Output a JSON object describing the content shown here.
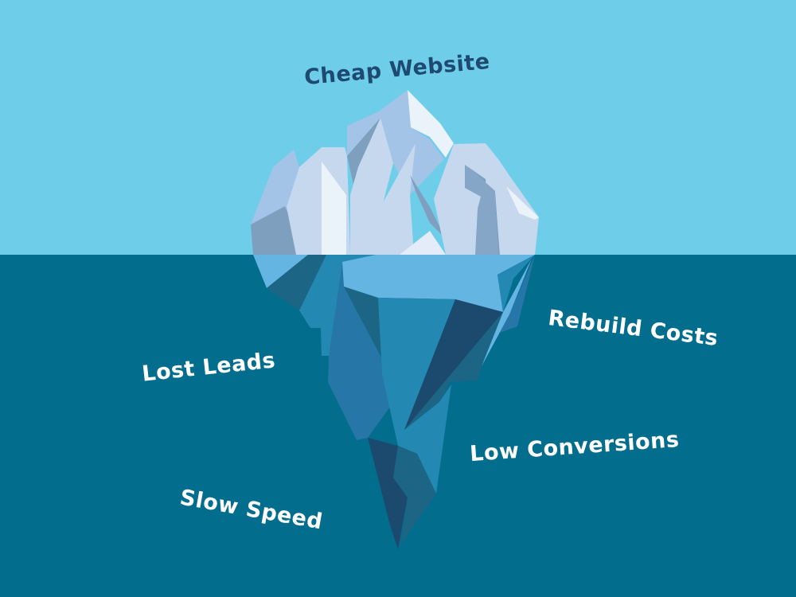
{
  "title": "Cheap Website",
  "hidden_costs": [
    "Rebuild Costs",
    "Lost Leads",
    "Low Conversions",
    "Slow Speed"
  ],
  "colors": {
    "sky": "#6ecde9",
    "water": "#036d8e",
    "title_text": "#1e4a72",
    "label_text": "#ffffff"
  }
}
